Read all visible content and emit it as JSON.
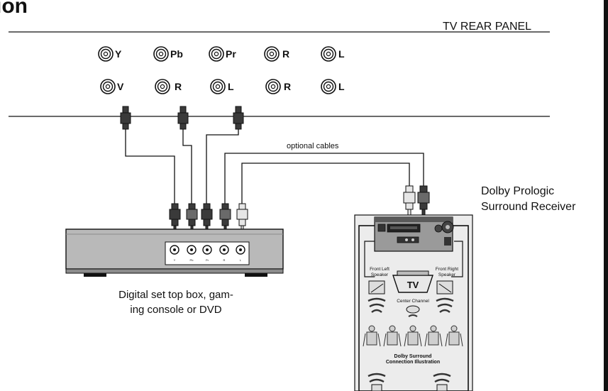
{
  "header": {
    "title_fragment": "ion",
    "panel_label": "TV REAR PANEL"
  },
  "rear_panel": {
    "top_row": [
      "Y",
      "Pb",
      "Pr",
      "R",
      "L"
    ],
    "bottom_row": [
      "V",
      "R",
      "L",
      "R",
      "L"
    ]
  },
  "cable_note": "optional cables",
  "set_top_box": {
    "jacks": [
      "Y",
      "Pb",
      "Pr",
      "R",
      "L"
    ],
    "caption_line1": "Digital set top box, gam-",
    "caption_line2": "ing console or DVD"
  },
  "receiver": {
    "label_line1": "Dolby Prologic",
    "label_line2": "Surround Receiver"
  },
  "surround_illustration": {
    "front_left_line1": "Front Left",
    "front_left_line2": "Speaker",
    "front_right_line1": "Front Right",
    "front_right_line2": "Speaker",
    "tv_label": "TV",
    "center_channel": "Center Channel",
    "title_line1": "Dolby Surround",
    "title_line2": "Connection Illustration"
  },
  "colors": {
    "line": "#111111",
    "box_fill": "#b9b9b9",
    "illustration_bg": "#ececec",
    "plug_dark": "#3a3a3a",
    "plug_light": "#e6e6e6"
  }
}
